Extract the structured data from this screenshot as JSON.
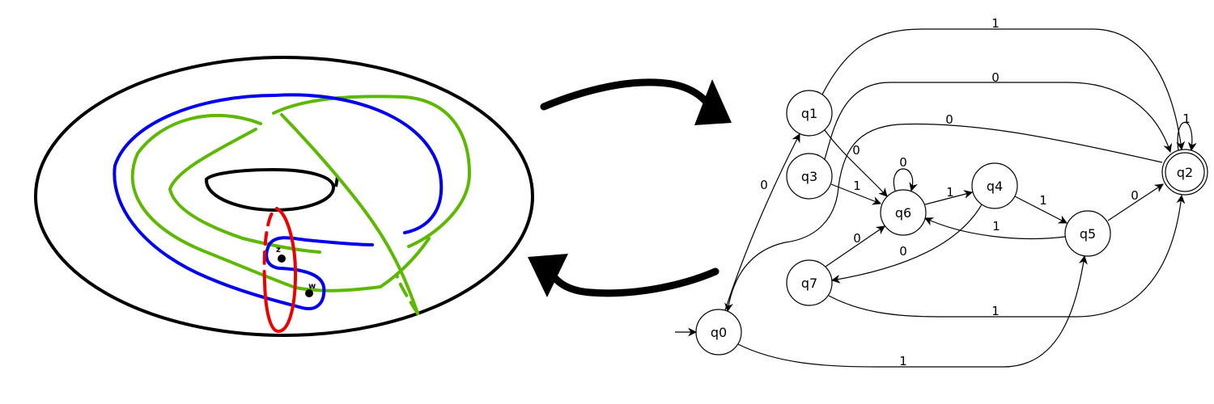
{
  "surface": {
    "points": [
      {
        "id": "z",
        "label": "z"
      },
      {
        "id": "w",
        "label": "w"
      }
    ],
    "colors": {
      "outline": "#000000",
      "curve_blue": "#0000ee",
      "curve_green": "#5cb800",
      "curve_red": "#ee0000"
    }
  },
  "arrows": {
    "top": "arrow-right",
    "bottom": "arrow-left"
  },
  "automaton": {
    "states": [
      {
        "id": "q0",
        "label": "q0",
        "initial": true,
        "accepting": false
      },
      {
        "id": "q1",
        "label": "q1",
        "initial": false,
        "accepting": false
      },
      {
        "id": "q2",
        "label": "q2",
        "initial": false,
        "accepting": true
      },
      {
        "id": "q3",
        "label": "q3",
        "initial": false,
        "accepting": false
      },
      {
        "id": "q4",
        "label": "q4",
        "initial": false,
        "accepting": false
      },
      {
        "id": "q5",
        "label": "q5",
        "initial": false,
        "accepting": false
      },
      {
        "id": "q6",
        "label": "q6",
        "initial": false,
        "accepting": false
      },
      {
        "id": "q7",
        "label": "q7",
        "initial": false,
        "accepting": false
      }
    ],
    "transitions": [
      {
        "id": "q1-q2",
        "from": "q1",
        "to": "q2",
        "label": "1"
      },
      {
        "id": "q3-q2",
        "from": "q3",
        "to": "q2",
        "label": "0"
      },
      {
        "id": "q2-q0",
        "from": "q2",
        "to": "q0",
        "label": "0"
      },
      {
        "id": "q2-q2",
        "from": "q2",
        "to": "q2",
        "label": "1"
      },
      {
        "id": "q1-q6",
        "from": "q1",
        "to": "q6",
        "label": "0"
      },
      {
        "id": "q6-q6",
        "from": "q6",
        "to": "q6",
        "label": "0"
      },
      {
        "id": "q3-q6",
        "from": "q3",
        "to": "q6",
        "label": "1"
      },
      {
        "id": "q6-q4",
        "from": "q6",
        "to": "q4",
        "label": "1"
      },
      {
        "id": "q4-q5",
        "from": "q4",
        "to": "q5",
        "label": "1"
      },
      {
        "id": "q5-q2",
        "from": "q5",
        "to": "q2",
        "label": "0"
      },
      {
        "id": "q5-q6",
        "from": "q5",
        "to": "q6",
        "label": "1"
      },
      {
        "id": "q0-q1",
        "from": "q0",
        "to": "q1",
        "label": "0"
      },
      {
        "id": "q7-q6",
        "from": "q7",
        "to": "q6",
        "label": "0"
      },
      {
        "id": "q4-q7",
        "from": "q4",
        "to": "q7",
        "label": "0"
      },
      {
        "id": "q7-q2",
        "from": "q7",
        "to": "q2",
        "label": "1"
      },
      {
        "id": "q0-q5",
        "from": "q0",
        "to": "q5",
        "label": "1"
      }
    ]
  }
}
